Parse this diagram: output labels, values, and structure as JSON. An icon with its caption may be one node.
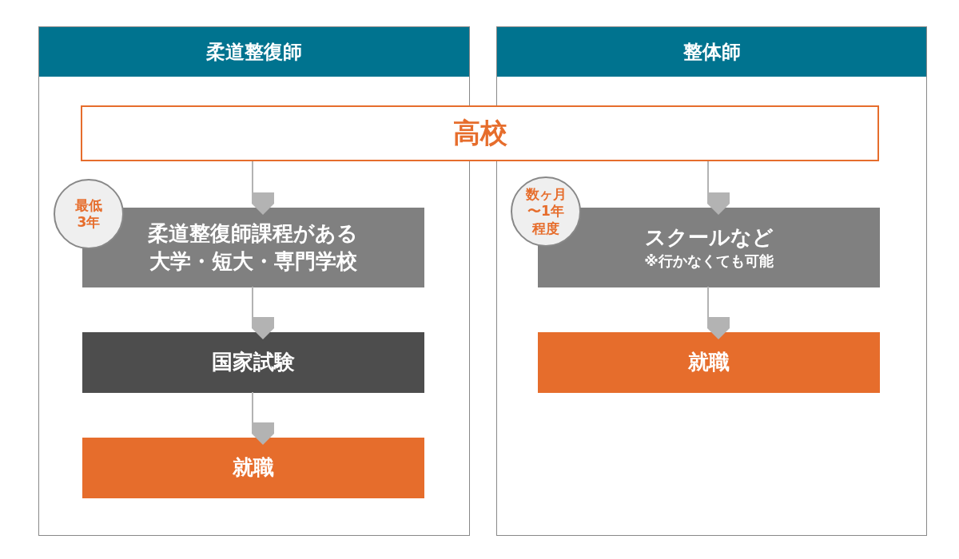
{
  "diagram": {
    "nodes": [
      {
        "text": [
          "柔道整復師"
        ]
      },
      {
        "text": [
          "整体師"
        ]
      },
      {
        "text": [
          "高校"
        ]
      },
      {
        "text": [
          "最低3年"
        ],
        "in": 0
      },
      {
        "text": [
          "柔道整復師課程がある大学・短大・専門学校"
        ],
        "in": 0
      },
      {
        "text": [
          "国家試験"
        ],
        "in": 0
      },
      {
        "text": [
          "就職"
        ],
        "in": 0
      },
      {
        "text": [
          "数ヶ月〜1年程度"
        ],
        "in": 1
      },
      {
        "text": [
          "スクールなど",
          "※行かなくても可能"
        ],
        "in": 1
      },
      {
        "text": [
          "就職"
        ],
        "in": 1
      }
    ],
    "edges": [
      {
        "from": 2,
        "to": 4,
        "arrow": "to"
      },
      {
        "from": 4,
        "to": 5,
        "arrow": "to"
      },
      {
        "from": 5,
        "to": 6,
        "arrow": "to"
      },
      {
        "from": 2,
        "to": 8,
        "arrow": "to"
      },
      {
        "from": 8,
        "to": 9,
        "arrow": "to"
      }
    ]
  }
}
